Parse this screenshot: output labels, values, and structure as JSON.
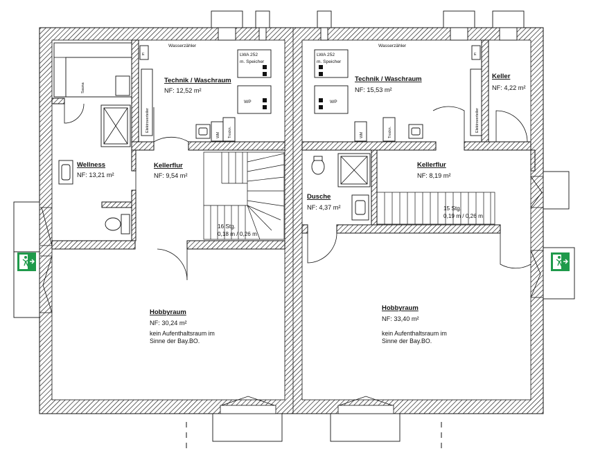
{
  "rooms": {
    "l_technik": {
      "name": "Technik / Waschraum",
      "nf": "NF: 12,52 m²"
    },
    "l_wellness": {
      "name": "Wellness",
      "nf": "NF: 13,21 m²"
    },
    "l_flur": {
      "name": "Kellerflur",
      "nf": "NF: 9,54 m²"
    },
    "l_hobby": {
      "name": "Hobbyraum",
      "nf": "NF: 30,24 m²",
      "note1": "kein Aufenthaltsraum im",
      "note2": "Sinne der Bay.BO."
    },
    "r_technik": {
      "name": "Technik / Waschraum",
      "nf": "NF: 15,53 m²"
    },
    "r_keller": {
      "name": "Keller",
      "nf": "NF: 4,22 m²"
    },
    "r_flur": {
      "name": "Kellerflur",
      "nf": "NF: 8,19 m²"
    },
    "r_dusche": {
      "name": "Dusche",
      "nf": "NF: 4,37 m²"
    },
    "r_hobby": {
      "name": "Hobbyraum",
      "nf": "NF: 33,40 m²",
      "note1": "kein Aufenthaltsraum im",
      "note2": "Sinne der Bay.BO."
    }
  },
  "labels": {
    "wasserzaehler": "Wasserzähler",
    "lwa_line1": "LWA 252",
    "lwa_line2": "m. Speicher",
    "wp": "WP",
    "e": "E",
    "elektro": "Elektroverteiler",
    "sauna": "Sauna",
    "wm": "WM",
    "trockner": "Trockn."
  },
  "stairs": {
    "left": {
      "steps": "16 Stg.",
      "ratio": "0,18 m / 0,26 m"
    },
    "right": {
      "steps": "15 Stg.",
      "ratio": "0,19 m / 0,26 m"
    }
  },
  "colors": {
    "wall_hatch": "#111111",
    "exit_sign": "#1f9a4b"
  },
  "icons": [
    "emergency-exit-sign-icon"
  ]
}
